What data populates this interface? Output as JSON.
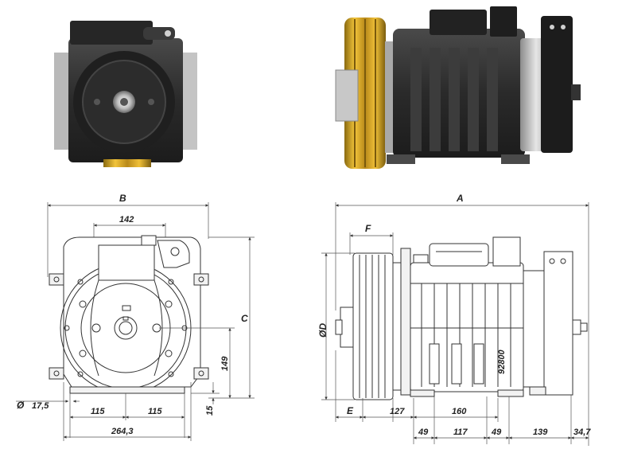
{
  "figure": {
    "description_none": "",
    "front_view_labels": {
      "B": "B",
      "w142": "142",
      "C": "C",
      "h149": "149",
      "dia": "Ø",
      "d17": "17,5",
      "w115a": "115",
      "w115b": "115",
      "h15": "15",
      "w264": "264,3"
    },
    "side_view_labels": {
      "A": "A",
      "F": "F",
      "D": "ØD",
      "E": "E",
      "w127": "127",
      "w160": "160",
      "w49a": "49",
      "w117": "117",
      "w49b": "49",
      "w139": "139",
      "w34": "34,7",
      "engraving": "92800"
    },
    "colors": {
      "sheave_gold": "#d4a21a",
      "housing_dark": "#2e2e2e",
      "plate_grey": "#b8b8b8",
      "line": "#333333"
    }
  }
}
